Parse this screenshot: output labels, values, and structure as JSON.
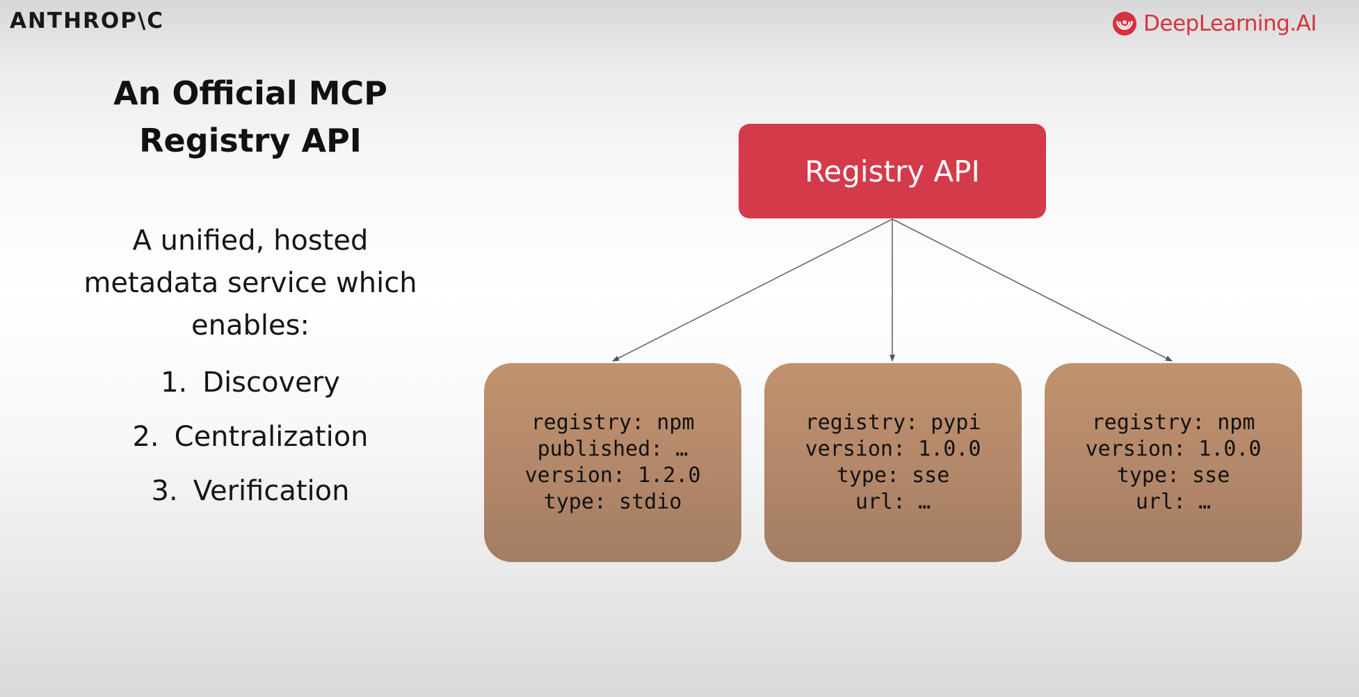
{
  "header": {
    "left_logo": "ANTHROP\\C",
    "right_logo": "DeepLearning.AI",
    "accent_color": "#d5323f"
  },
  "slide": {
    "title_lines": [
      "An Official MCP",
      "Registry API"
    ],
    "description_lines": [
      "A unified, hosted",
      "metadata service which",
      "enables:"
    ],
    "features": [
      {
        "num": "1.",
        "label": "Discovery"
      },
      {
        "num": "2.",
        "label": "Centralization"
      },
      {
        "num": "3.",
        "label": "Verification"
      }
    ]
  },
  "diagram": {
    "root": {
      "label": "Registry API",
      "color": "#d33a4a"
    },
    "box_color": "#b98b6c",
    "children": [
      {
        "lines": [
          "registry: npm",
          "published: …",
          "version: 1.2.0",
          "type: stdio"
        ]
      },
      {
        "lines": [
          "registry: pypi",
          "version: 1.0.0",
          "type: sse",
          "url: …"
        ]
      },
      {
        "lines": [
          "registry: npm",
          "version: 1.0.0",
          "type: sse",
          "url: …"
        ]
      }
    ]
  }
}
